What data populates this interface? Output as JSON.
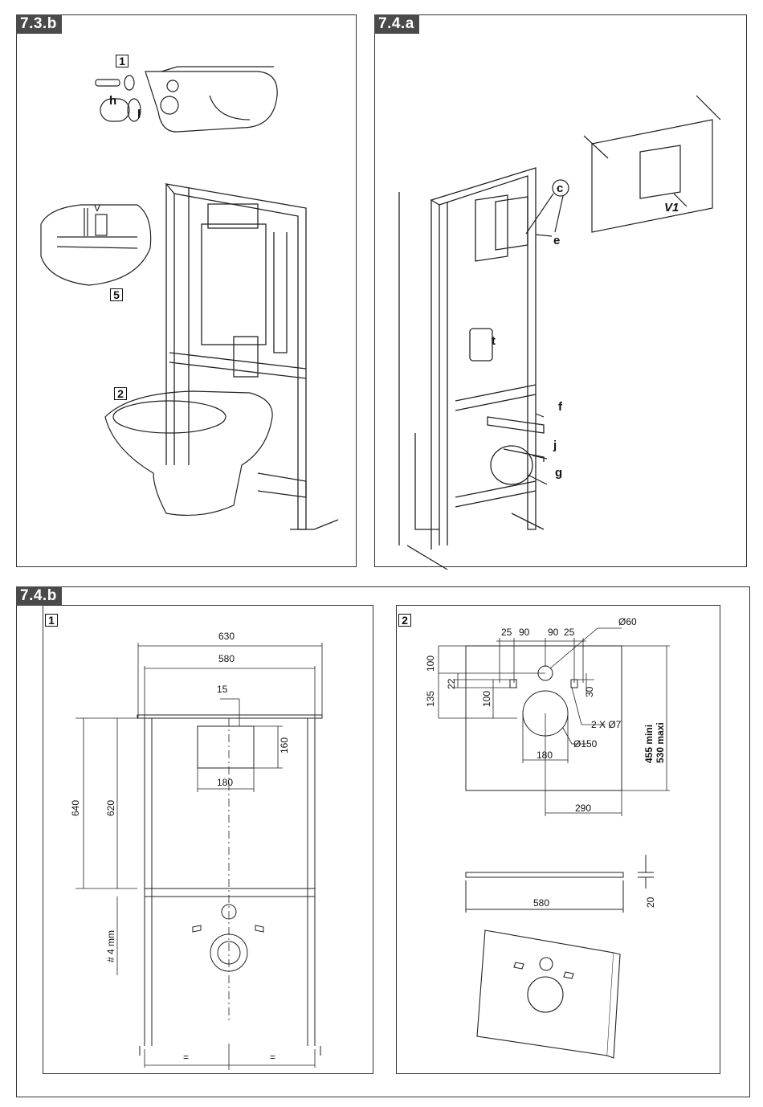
{
  "sections": {
    "s73b": {
      "tag": "7.3.b"
    },
    "s74a": {
      "tag": "7.4.a"
    },
    "s74b": {
      "tag": "7.4.b"
    }
  },
  "fig73b": {
    "step1": "1",
    "step2": "2",
    "step5": "5",
    "label_h": "h",
    "label_l": "l",
    "label_v": "V"
  },
  "fig74a": {
    "label_c": "c",
    "label_e": "e",
    "label_t": "t",
    "label_f": "f",
    "label_j": "j",
    "label_g": "g",
    "label_v1": "V1"
  },
  "fig74b1": {
    "step": "1",
    "w630": "630",
    "w580": "580",
    "d15": "15",
    "h160": "160",
    "w180": "180",
    "h640": "640",
    "h620": "620",
    "d4": "# 4 mm",
    "eq1": "=",
    "eq2": "="
  },
  "fig74b2": {
    "step": "2",
    "d25a": "25",
    "d90a": "90",
    "d90b": "90",
    "d25b": "25",
    "dia60": "Ø60",
    "d100a": "100",
    "d22": "22",
    "d135": "135",
    "d100b": "100",
    "d30": "30",
    "holes": "2 X Ø7",
    "dia150": "Ø150",
    "d180": "180",
    "d290": "290",
    "hmin": "455 mini",
    "hmax": "530 maxi",
    "w580": "580",
    "t20": "20"
  },
  "colors": {
    "tag_bg": "#4a4a4a",
    "line": "#222222"
  }
}
